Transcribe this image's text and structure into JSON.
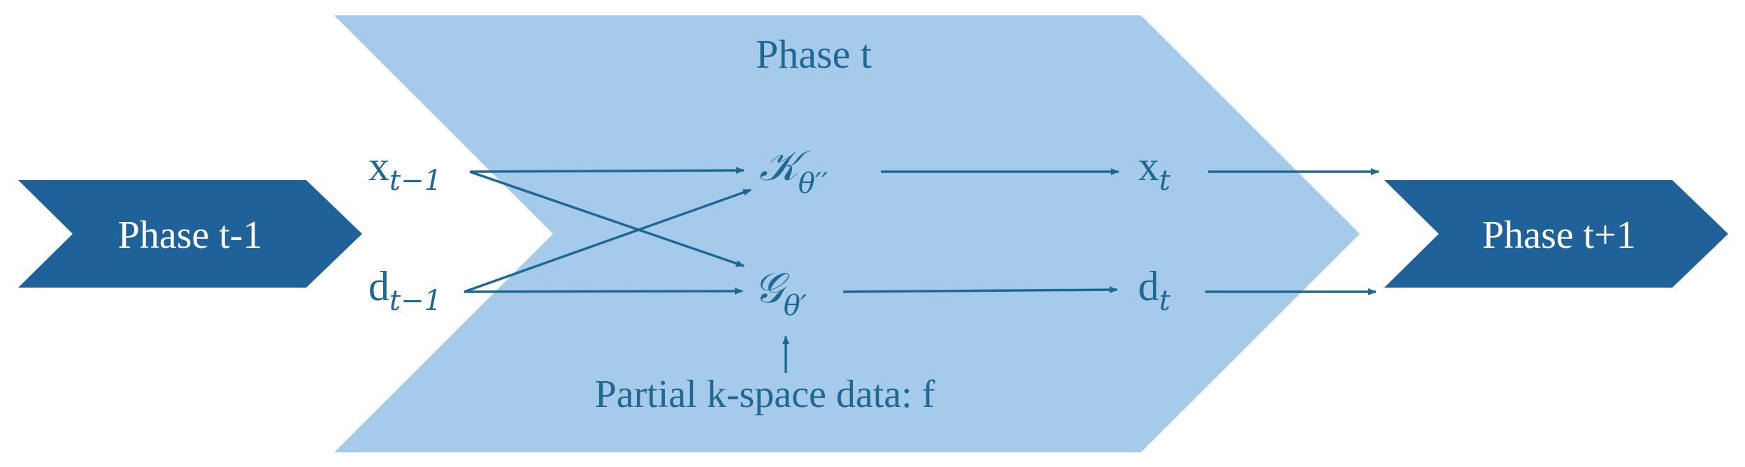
{
  "diagram": {
    "center_phase_label": "Phase t",
    "prev_phase_label": "Phase t-1",
    "next_phase_label": "Phase t+1",
    "inputs": {
      "x_prev": {
        "base": "x",
        "sub": "t−1"
      },
      "d_prev": {
        "base": "d",
        "sub": "t−1"
      }
    },
    "operators": {
      "k_op": {
        "symbol": "𝒦",
        "sub": "θ′′"
      },
      "g_op": {
        "symbol": "𝒢",
        "sub": "θ′"
      }
    },
    "outputs": {
      "x_t": {
        "base": "x",
        "sub": "t"
      },
      "d_t": {
        "base": "d",
        "sub": "t"
      }
    },
    "measurement_label": "Partial k-space data: f",
    "colors": {
      "center_fill": "#a6cbea",
      "side_fill": "#1f6299",
      "label_text": "#1f6892",
      "arrow": "#1f6892",
      "side_text": "#ffffff"
    }
  }
}
